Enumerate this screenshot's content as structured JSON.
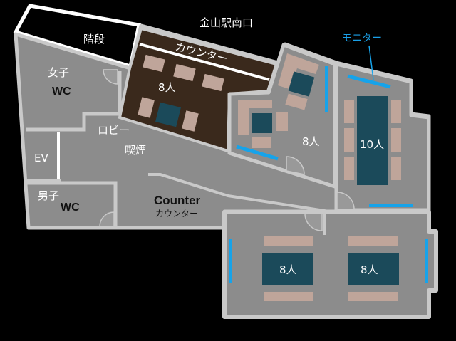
{
  "labels": {
    "station_exit": "金山駅南口",
    "stairs": "階段",
    "counter_bar": "カウンター",
    "monitor": "モニター",
    "women_wc_jp": "女子",
    "women_wc": "WC",
    "men_wc_jp": "男子",
    "men_wc": "WC",
    "ev": "EV",
    "lobby": "ロビー",
    "smoking": "喫煙",
    "counter_en": "Counter",
    "counter_jp": "カウンター"
  },
  "rooms": [
    {
      "capacity": "8人"
    },
    {
      "capacity": "8人"
    },
    {
      "capacity": "10人"
    },
    {
      "capacity": "8人"
    },
    {
      "capacity": "8人"
    }
  ],
  "colors": {
    "floor": "#8c8c8c",
    "wall": "#c9c9c9",
    "bar_room": "#3a291c",
    "seat": "#bfa59a",
    "table": "#1b4a5a",
    "monitor": "#16a3ea"
  }
}
